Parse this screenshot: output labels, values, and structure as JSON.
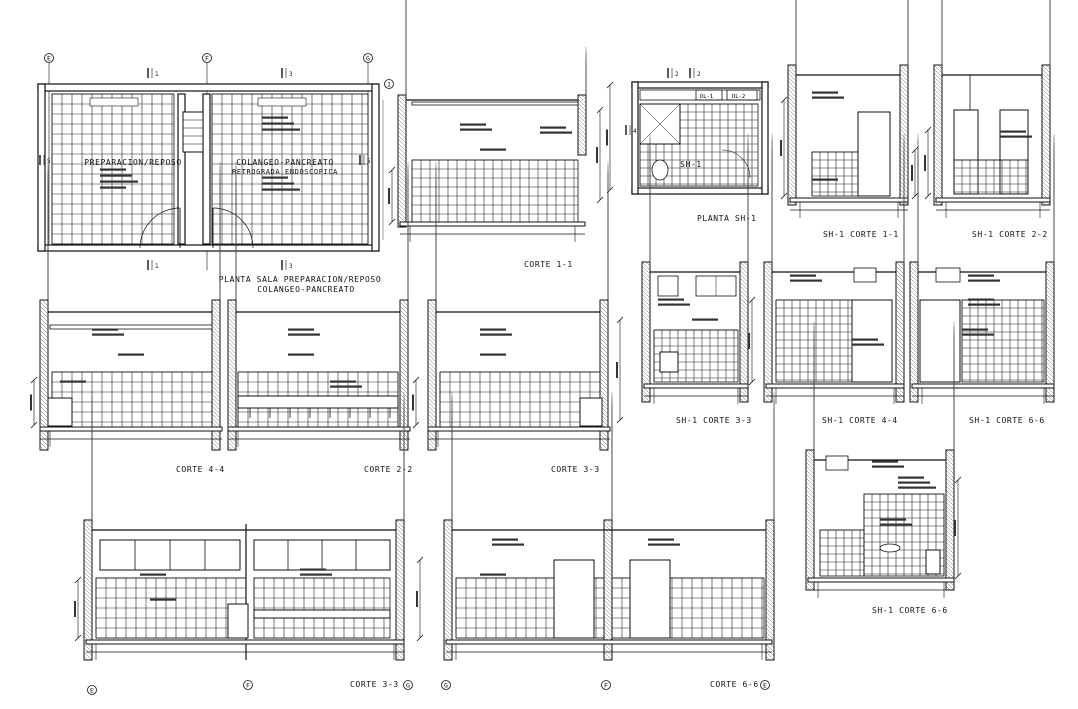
{
  "plan_title": {
    "line1": "PLANTA SALA PREPARACION/REPOSO",
    "line2": "COLANGEO-PANCREATO"
  },
  "room_labels": {
    "left_line1": "PREPARACION/REPOSO",
    "right_line1": "COLANGEO-PANCREATO",
    "right_line2": "RETROGRADA ENDOSCOPICA",
    "sh1": "SH-1"
  },
  "grid_axes": [
    "E",
    "F",
    "G",
    "1"
  ],
  "section_marks": [
    "1",
    "2",
    "3",
    "4",
    "5",
    "6"
  ],
  "sh1_tags": [
    "DL-1",
    "DL-2"
  ],
  "view_titles": {
    "planta_sh1": "PLANTA SH-1",
    "corte_1_1": "CORTE 1-1",
    "sh1_corte_1_1": "SH-1 CORTE 1-1",
    "sh1_corte_2_2": "SH-1 CORTE 2-2",
    "corte_4_4": "CORTE 4-4",
    "corte_2_2": "CORTE 2-2",
    "corte_3_3_mid": "CORTE 3-3",
    "sh1_corte_3_3": "SH-1 CORTE 3-3",
    "sh1_corte_4_4": "SH-1 CORTE 4-4",
    "sh1_corte_6_6_mid": "SH-1 CORTE 6-6",
    "sh1_corte_6_6_bottom": "SH-1 CORTE 6-6",
    "corte_3_3_bottom": "CORTE 3-3",
    "corte_6_6": "CORTE 6-6"
  }
}
